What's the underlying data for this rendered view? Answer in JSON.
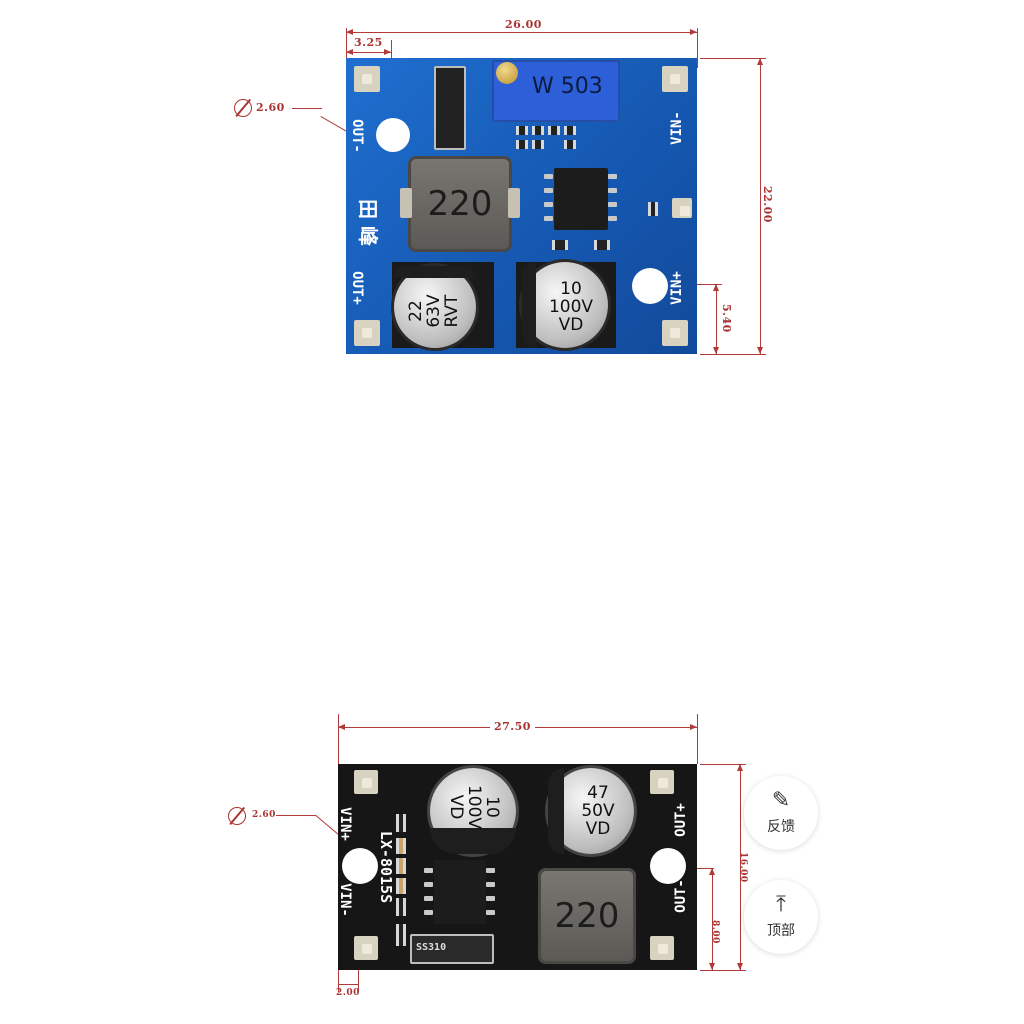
{
  "top_board": {
    "dims": {
      "width": "26.00",
      "offset": "3.25",
      "height": "22.00",
      "hole_offset": "5.40",
      "hole_diameter": "2.60"
    },
    "silkscreen": {
      "out_minus": "OUT-",
      "out_plus": "OUT+",
      "vin_minus": "VIN-",
      "vin_plus": "VIN+",
      "brand": "田 峰"
    },
    "inductor": "220",
    "potentiometer": "W 503",
    "cap_left": {
      "line1": "22",
      "line2": "63V",
      "line3": "RVT"
    },
    "cap_right": {
      "line1": "10",
      "line2": "100V",
      "line3": "VD"
    }
  },
  "bottom_board": {
    "dims": {
      "width": "27.50",
      "height": "16.00",
      "hole_offset": "8.00",
      "edge_offset": "2.00",
      "hole_diameter": "2.60"
    },
    "silkscreen": {
      "vin_plus": "VIN+",
      "vin_minus": "VIN-",
      "out_plus": "OUT+",
      "out_minus": "OUT-",
      "model": "LX-8015S",
      "diode": "SS310"
    },
    "inductor": "220",
    "cap_left": {
      "line1": "10",
      "line2": "100V",
      "line3": "VD"
    },
    "cap_right": {
      "line1": "47",
      "line2": "50V",
      "line3": "VD"
    }
  },
  "side_actions": {
    "feedback": {
      "label": "反馈",
      "icon": "edit-icon"
    },
    "top": {
      "label": "顶部",
      "icon": "arrow-up-icon"
    }
  }
}
